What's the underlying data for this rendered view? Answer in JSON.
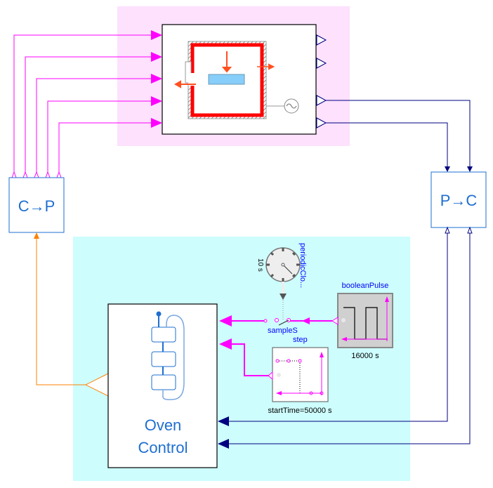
{
  "blocks": {
    "c_to_p": {
      "label": "C→P"
    },
    "p_to_c": {
      "label": "P→C"
    },
    "oven_control": {
      "line1": "Oven",
      "line2": "Control"
    },
    "periodic_clock": {
      "name": "periodicClo...",
      "period": "10 s"
    },
    "sample_step": {
      "line1": "sampleS",
      "line2": "step"
    },
    "boolean_pulse": {
      "name": "booleanPulse",
      "period": "16000 s"
    },
    "step": {
      "param": "startTime=50000 s"
    }
  },
  "colors": {
    "plant_bg": "#fde1fd",
    "control_bg": "#cdfdfd",
    "boolean_signal": "#ff00ff",
    "real_signal": "#000080",
    "clock_signal": "#ff8000",
    "label_blue": "#0000ff",
    "block_text": "#1e6fd0"
  }
}
